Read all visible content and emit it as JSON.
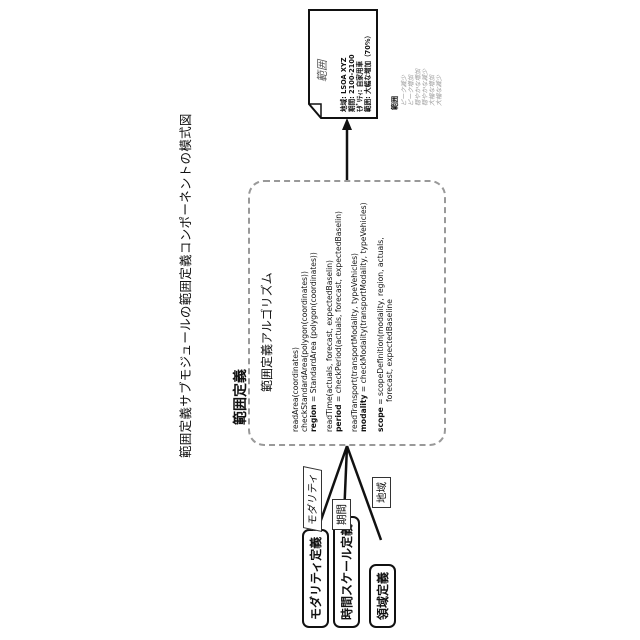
{
  "title": "範囲定義サブモジュールの範囲定義コンポーネントの模式図",
  "inputs": [
    {
      "label": "モダリティ定義",
      "tag": "モダリティ"
    },
    {
      "label": "時間スケール定義",
      "tag": "期間"
    },
    {
      "label": "領域定義",
      "tag": "地域"
    }
  ],
  "algorithm": {
    "heading": "範囲定義",
    "subheading": "範囲定義アルゴリズム",
    "lines": [
      {
        "text": "readArea(coordinates)"
      },
      {
        "text": "checkStandardArea(polygon(coordinates))"
      },
      {
        "bold": "region",
        "text": " = StandardArea (polygon(coordinates))"
      },
      {
        "text": "readTime(actuals, forecast, expectedBaselin)"
      },
      {
        "bold": "period",
        "text": " = checkPeriod(actuals, forecast, expectedBaselin)"
      },
      {
        "text": "readTransport(transportModality, typeVehicles)"
      },
      {
        "bold": "modality",
        "text": " = checkModality(transportModality, typeVehicles)"
      },
      {
        "bold": "scope",
        "text": " = scopeDefinition(modality, region, actuals,"
      },
      {
        "text": "forecast, expectedBaseline"
      }
    ]
  },
  "output": {
    "title": "範囲",
    "lines": [
      "地域: LSOA XYZ",
      "期間: 2100-2100",
      "ﾓﾀﾞﾘﾃｨ: 自家用車",
      "範囲: 大幅な増加（70%）"
    ]
  },
  "scope_legend": {
    "label": "範囲",
    "items": [
      "ピーク減少",
      "ピーク増加",
      "穏やかな増加",
      "穏やかな減少",
      "大幅な増加",
      "大幅な減少"
    ]
  }
}
